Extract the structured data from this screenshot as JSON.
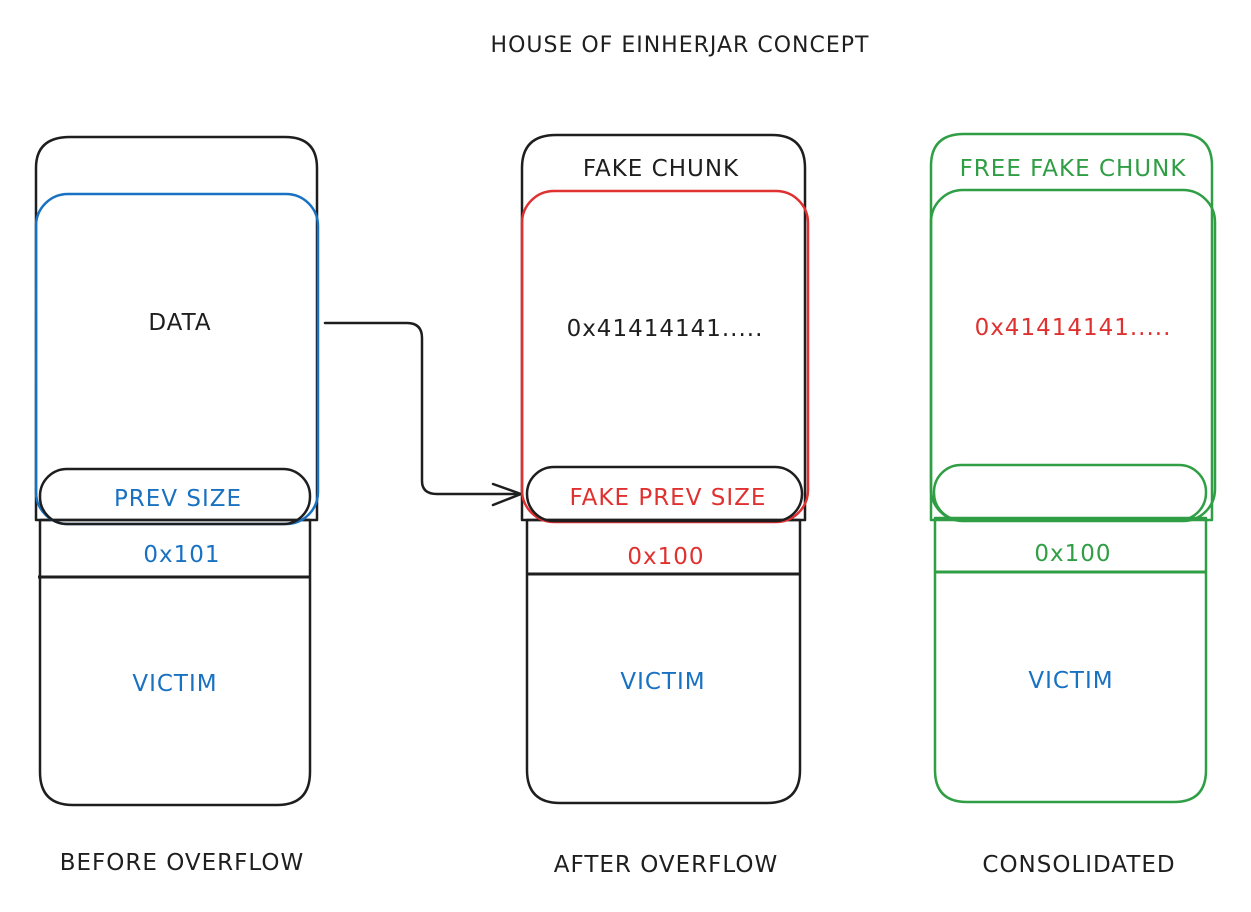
{
  "title": "HOUSE OF EINHERJAR CONCEPT",
  "colors": {
    "black": "#1e1e1e",
    "blue": "#1971c2",
    "red": "#e03131",
    "green": "#2f9e44"
  },
  "columns": [
    {
      "caption": "BEFORE OVERFLOW",
      "top_label": "",
      "data_label": "DATA",
      "prev_size_label": "PREV SIZE",
      "size_value": "0x101",
      "victim_label": "VICTIM"
    },
    {
      "caption": "AFTER OVERFLOW",
      "top_label": "FAKE CHUNK",
      "data_label": "0x41414141.....",
      "prev_size_label": "FAKE PREV SIZE",
      "size_value": "0x100",
      "victim_label": "VICTIM"
    },
    {
      "caption": "CONSOLIDATED",
      "top_label": "FREE FAKE CHUNK",
      "data_label": "0x41414141.....",
      "prev_size_label": "",
      "size_value": "0x100",
      "victim_label": "VICTIM"
    }
  ]
}
